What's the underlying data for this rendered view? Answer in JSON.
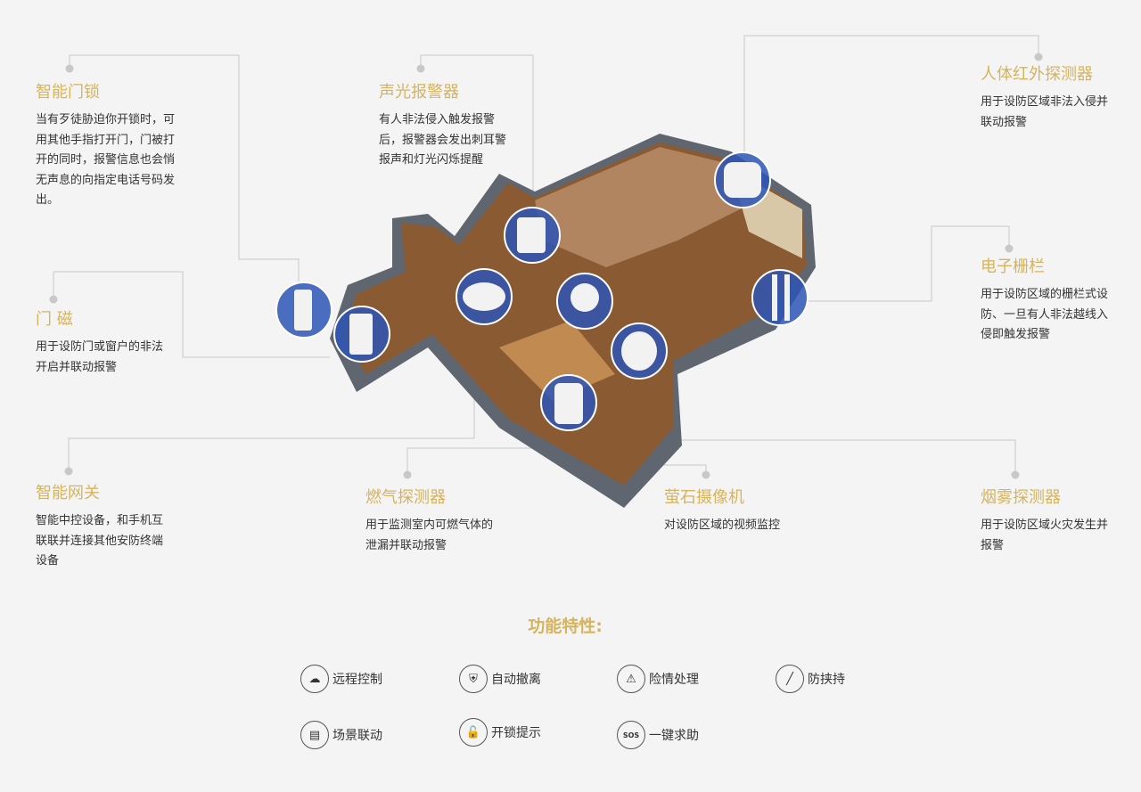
{
  "devices": [
    {
      "title": "智能门锁",
      "desc": "当有歹徒胁迫你开锁时，可用其他手指打开门，门被打开的同时，报警信息也会悄无声息的向指定电话号码发出。"
    },
    {
      "title": "声光报警器",
      "desc": "有人非法侵入触发报警后，报警器会发出刺耳警报声和灯光闪烁提醒"
    },
    {
      "title": "人体红外探测器",
      "desc": "用于设防区域非法入侵并联动报警"
    },
    {
      "title": "电子栅栏",
      "desc": "用于设防区域的栅栏式设防、一旦有人非法越线入侵即触发报警"
    },
    {
      "title": "门 磁",
      "desc": "用于设防门或窗户的非法开启并联动报警"
    },
    {
      "title": "智能网关",
      "desc": "智能中控设备，和手机互联联并连接其他安防终端设备"
    },
    {
      "title": "燃气探测器",
      "desc": "用于监测室内可燃气体的泄漏并联动报警"
    },
    {
      "title": "萤石摄像机",
      "desc": "对设防区域的视频监控"
    },
    {
      "title": "烟雾探测器",
      "desc": "用于设防区域火灾发生并报警"
    }
  ],
  "features_title": "功能特性:",
  "features": [
    {
      "label": "远程控制",
      "icon": "cloud-icon",
      "glyph": "☁"
    },
    {
      "label": "自动撤离",
      "icon": "shield-icon",
      "glyph": "⛨"
    },
    {
      "label": "险情处理",
      "icon": "warning-icon",
      "glyph": "⚠"
    },
    {
      "label": "防挟持",
      "icon": "knife-icon",
      "glyph": "╱"
    },
    {
      "label": "场景联动",
      "icon": "scene-icon",
      "glyph": "▤"
    },
    {
      "label": "开锁提示",
      "icon": "unlock-icon",
      "glyph": "🔓"
    },
    {
      "label": "一键求助",
      "icon": "sos-icon",
      "glyph": "SOS"
    }
  ]
}
